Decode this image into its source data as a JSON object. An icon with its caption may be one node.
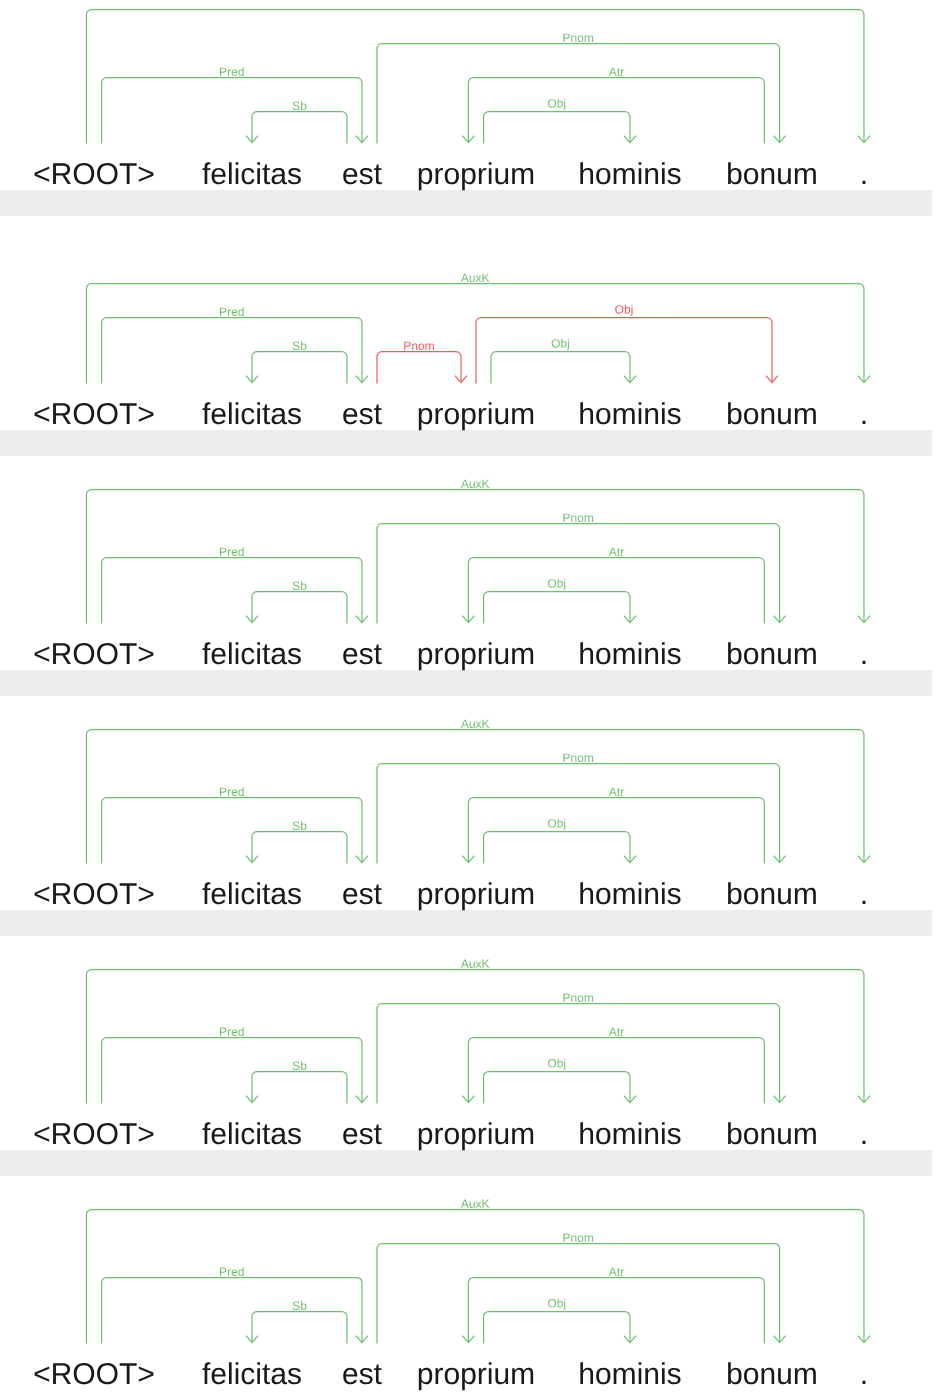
{
  "diagram": {
    "nodes": [
      {
        "text": [
          "<ROOT>"
        ]
      },
      {
        "text": [
          "felicitas"
        ]
      },
      {
        "text": [
          "est"
        ]
      },
      {
        "text": [
          "proprium"
        ]
      },
      {
        "text": [
          "hominis"
        ]
      },
      {
        "text": [
          "bonum"
        ]
      },
      {
        "text": [
          "."
        ]
      },
      {
        "text": [
          "<ROOT>"
        ]
      },
      {
        "text": [
          "felicitas"
        ]
      },
      {
        "text": [
          "est"
        ]
      },
      {
        "text": [
          "proprium"
        ]
      },
      {
        "text": [
          "hominis"
        ]
      },
      {
        "text": [
          "bonum"
        ]
      },
      {
        "text": [
          "."
        ]
      },
      {
        "text": [
          "<ROOT>"
        ]
      },
      {
        "text": [
          "felicitas"
        ]
      },
      {
        "text": [
          "est"
        ]
      },
      {
        "text": [
          "proprium"
        ]
      },
      {
        "text": [
          "hominis"
        ]
      },
      {
        "text": [
          "bonum"
        ]
      },
      {
        "text": [
          "."
        ]
      },
      {
        "text": [
          "<ROOT>"
        ]
      },
      {
        "text": [
          "felicitas"
        ]
      },
      {
        "text": [
          "est"
        ]
      },
      {
        "text": [
          "proprium"
        ]
      },
      {
        "text": [
          "hominis"
        ]
      },
      {
        "text": [
          "bonum"
        ]
      },
      {
        "text": [
          "."
        ]
      },
      {
        "text": [
          "<ROOT>"
        ]
      },
      {
        "text": [
          "felicitas"
        ]
      },
      {
        "text": [
          "est"
        ]
      },
      {
        "text": [
          "proprium"
        ]
      },
      {
        "text": [
          "hominis"
        ]
      },
      {
        "text": [
          "bonum"
        ]
      },
      {
        "text": [
          "."
        ]
      },
      {
        "text": [
          "<ROOT>"
        ]
      },
      {
        "text": [
          "felicitas"
        ]
      },
      {
        "text": [
          "est"
        ]
      },
      {
        "text": [
          "proprium"
        ]
      },
      {
        "text": [
          "hominis"
        ]
      },
      {
        "text": [
          "bonum"
        ]
      },
      {
        "text": [
          "."
        ]
      }
    ],
    "edges": [
      {
        "from": 0,
        "to": 6,
        "arrow": "to"
      },
      {
        "from": 0,
        "to": 2,
        "label": "Pred",
        "arrow": "to"
      },
      {
        "from": 2,
        "to": 1,
        "label": "Sb",
        "arrow": "to"
      },
      {
        "from": 2,
        "to": 5,
        "label": "Pnom",
        "arrow": "to"
      },
      {
        "from": 5,
        "to": 3,
        "label": "Atr",
        "arrow": "to"
      },
      {
        "from": 3,
        "to": 4,
        "label": "Obj",
        "arrow": "to"
      },
      {
        "from": 7,
        "to": 13,
        "label": "AuxK",
        "arrow": "to"
      },
      {
        "from": 7,
        "to": 9,
        "label": "Pred",
        "arrow": "to"
      },
      {
        "from": 9,
        "to": 8,
        "label": "Sb",
        "arrow": "to"
      },
      {
        "from": 9,
        "to": 10,
        "label": "Pnom",
        "arrow": "to",
        "color": "#f05a5a"
      },
      {
        "from": 10,
        "to": 12,
        "label": "Obj",
        "arrow": "to",
        "color": "#f05a5a"
      },
      {
        "from": 10,
        "to": 11,
        "label": "Obj",
        "arrow": "to"
      },
      {
        "from": 14,
        "to": 20,
        "label": "AuxK",
        "arrow": "to"
      },
      {
        "from": 14,
        "to": 16,
        "label": "Pred",
        "arrow": "to"
      },
      {
        "from": 16,
        "to": 15,
        "label": "Sb",
        "arrow": "to"
      },
      {
        "from": 16,
        "to": 19,
        "label": "Pnom",
        "arrow": "to"
      },
      {
        "from": 19,
        "to": 17,
        "label": "Atr",
        "arrow": "to"
      },
      {
        "from": 17,
        "to": 18,
        "label": "Obj",
        "arrow": "to"
      },
      {
        "from": 21,
        "to": 27,
        "label": "AuxK",
        "arrow": "to"
      },
      {
        "from": 21,
        "to": 23,
        "label": "Pred",
        "arrow": "to"
      },
      {
        "from": 23,
        "to": 22,
        "label": "Sb",
        "arrow": "to"
      },
      {
        "from": 23,
        "to": 26,
        "label": "Pnom",
        "arrow": "to"
      },
      {
        "from": 26,
        "to": 24,
        "label": "Atr",
        "arrow": "to"
      },
      {
        "from": 24,
        "to": 25,
        "label": "Obj",
        "arrow": "to"
      },
      {
        "from": 28,
        "to": 34,
        "label": "AuxK",
        "arrow": "to"
      },
      {
        "from": 28,
        "to": 30,
        "label": "Pred",
        "arrow": "to"
      },
      {
        "from": 30,
        "to": 29,
        "label": "Sb",
        "arrow": "to"
      },
      {
        "from": 30,
        "to": 33,
        "label": "Pnom",
        "arrow": "to"
      },
      {
        "from": 33,
        "to": 31,
        "label": "Atr",
        "arrow": "to"
      },
      {
        "from": 31,
        "to": 32,
        "label": "Obj",
        "arrow": "to"
      },
      {
        "from": 35,
        "to": 41,
        "label": "AuxK",
        "arrow": "to"
      },
      {
        "from": 35,
        "to": 37,
        "label": "Pred",
        "arrow": "to"
      },
      {
        "from": 37,
        "to": 36,
        "label": "Sb",
        "arrow": "to"
      },
      {
        "from": 37,
        "to": 40,
        "label": "Pnom",
        "arrow": "to"
      },
      {
        "from": 40,
        "to": 38,
        "label": "Atr",
        "arrow": "to"
      },
      {
        "from": 38,
        "to": 39,
        "label": "Obj",
        "arrow": "to"
      }
    ]
  }
}
